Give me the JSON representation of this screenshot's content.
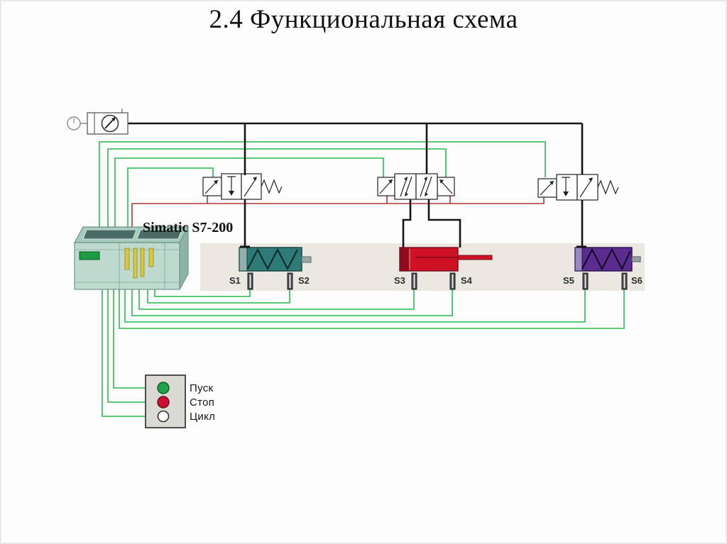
{
  "title": "2.4 Функциональная схема",
  "plc": {
    "label": "Simatic S7-200"
  },
  "sensors": [
    {
      "id": "S1"
    },
    {
      "id": "S2"
    },
    {
      "id": "S3"
    },
    {
      "id": "S4"
    },
    {
      "id": "S5"
    },
    {
      "id": "S6"
    }
  ],
  "control_panel": {
    "buttons": [
      {
        "label": "Пуск",
        "color": "#1fa24a"
      },
      {
        "label": "Стоп",
        "color": "#c41230"
      },
      {
        "label": "Цикл",
        "color": "#ffffff"
      }
    ]
  },
  "icons": {
    "compressor": "circle-source",
    "pressure_gauge": "dial-with-needle",
    "solenoid_pilot": "square-with-diagonal-arrow",
    "return_spring": "zigzag",
    "position_sensor": "dark-bar-with-stripe"
  },
  "colors": {
    "wire_signal_green": "#43c263",
    "wire_common_red": "#b23535",
    "pneumatic_line": "#151515",
    "plc_body": "#bedacf",
    "plc_top": "#a6cabe",
    "plc_side": "#8eb3a7",
    "plc_panel_dark": "#4a6b65",
    "siemens_green": "#1e9c45",
    "connector_yellow": "#d6c93e",
    "cylinder_teal": "#2e7a76",
    "cylinder_red": "#cf1126",
    "cylinder_purple": "#5a2c8e",
    "band_gray": "#eae8e1",
    "panel_gray": "#dad9d3",
    "button_start_green": "#1fa24a",
    "button_stop_red": "#c41230",
    "button_cycle_white": "#ffffff"
  }
}
